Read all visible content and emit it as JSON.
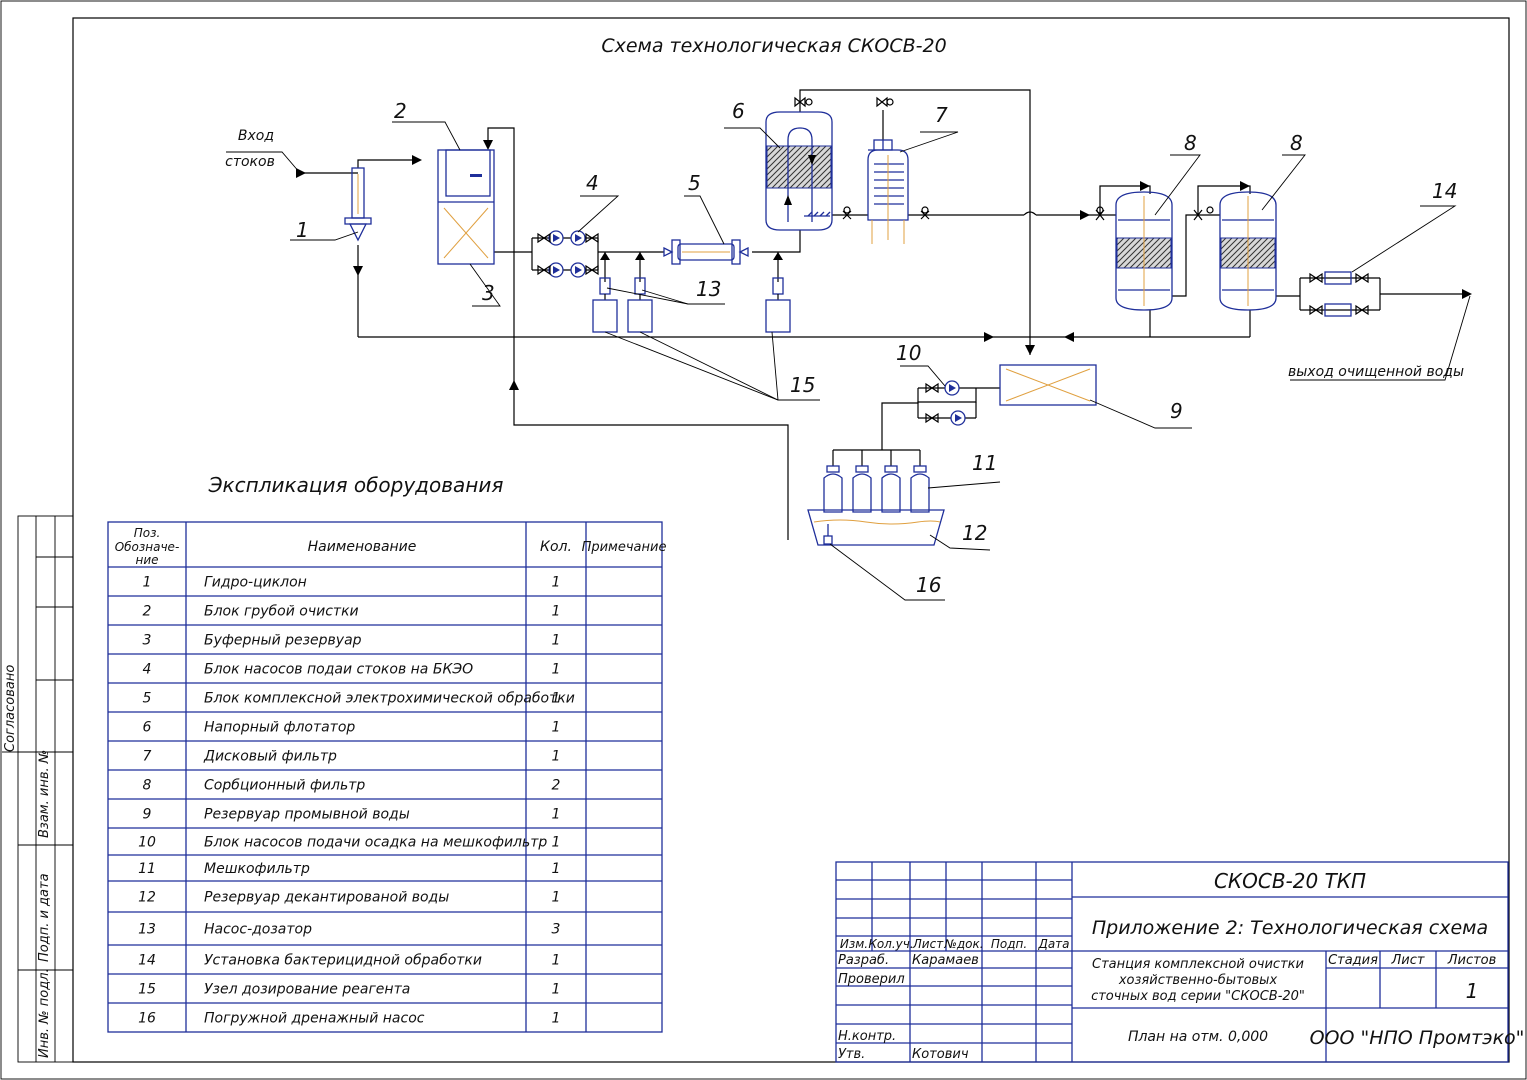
{
  "title": "Схема технологическая СКОСВ-20",
  "explication_title": "Экспликация оборудования",
  "labels": {
    "inlet_1": "Вход",
    "inlet_2": "стоков",
    "outlet": "выход очищенной воды"
  },
  "callouts": [
    "1",
    "2",
    "3",
    "4",
    "5",
    "6",
    "7",
    "8",
    "8",
    "9",
    "10",
    "11",
    "12",
    "13",
    "14",
    "15",
    "16"
  ],
  "table": {
    "headers": {
      "pos_1": "Поз.",
      "pos_2": "Обозначе-",
      "pos_3": "ние",
      "name": "Наименование",
      "qty": "Кол.",
      "note": "Примечание"
    },
    "rows": [
      {
        "pos": "1",
        "name": "Гидро-циклон",
        "qty": "1",
        "note": ""
      },
      {
        "pos": "2",
        "name": "Блок грубой очистки",
        "qty": "1",
        "note": ""
      },
      {
        "pos": "3",
        "name": "Буферный резервуар",
        "qty": "1",
        "note": ""
      },
      {
        "pos": "4",
        "name": "Блок насосов подаи стоков на БКЭО",
        "qty": "1",
        "note": ""
      },
      {
        "pos": "5",
        "name": "Блок комплексной электрохимической обработки",
        "qty": "1",
        "note": ""
      },
      {
        "pos": "6",
        "name": "Напорный флотатор",
        "qty": "1",
        "note": ""
      },
      {
        "pos": "7",
        "name": "Дисковый фильтр",
        "qty": "1",
        "note": ""
      },
      {
        "pos": "8",
        "name": "Сорбционный фильтр",
        "qty": "2",
        "note": ""
      },
      {
        "pos": "9",
        "name": "Резервуар промывной воды",
        "qty": "1",
        "note": ""
      },
      {
        "pos": "10",
        "name": "Блок насосов подачи осадка на мешкофильтр",
        "qty": "1",
        "note": ""
      },
      {
        "pos": "11",
        "name": "Мешкофильтр",
        "qty": "1",
        "note": ""
      },
      {
        "pos": "12",
        "name": "Резервуар декантированой воды",
        "qty": "1",
        "note": ""
      },
      {
        "pos": "13",
        "name": "Насос-дозатор",
        "qty": "3",
        "note": ""
      },
      {
        "pos": "14",
        "name": "Установка бактерицидной обработки",
        "qty": "1",
        "note": ""
      },
      {
        "pos": "15",
        "name": "Узел дозирование реагента",
        "qty": "1",
        "note": ""
      },
      {
        "pos": "16",
        "name": "Погружной дренажный насос",
        "qty": "1",
        "note": ""
      }
    ]
  },
  "side_stamp": [
    "Согласовано",
    "Взам. инв. №",
    "Подп. и дата",
    "Инв. № подл."
  ],
  "title_block": {
    "code": "СКОСВ-20 ТКП",
    "sheet_title": "Приложение 2: Технологическая схема",
    "columns": [
      "Изм.",
      "Кол.уч.",
      "Лист",
      "№док.",
      "Подп.",
      "Дата"
    ],
    "roles": [
      "Разраб.",
      "Проверил",
      "Н.контр.",
      "Утв."
    ],
    "developer": "Карамаев",
    "approver": "Котович",
    "description_1": "Станция комплексной очистки",
    "description_2": "хозяйственно-бытовых",
    "description_3": "сточных вод серии \"СКОСВ-20\"",
    "stage_label": "Стадия",
    "sheet_label": "Лист",
    "sheets_label": "Листов",
    "sheets_value": "1",
    "plan": "План на отм. 0,000",
    "company": "ООО \"НПО Промтэко\""
  }
}
